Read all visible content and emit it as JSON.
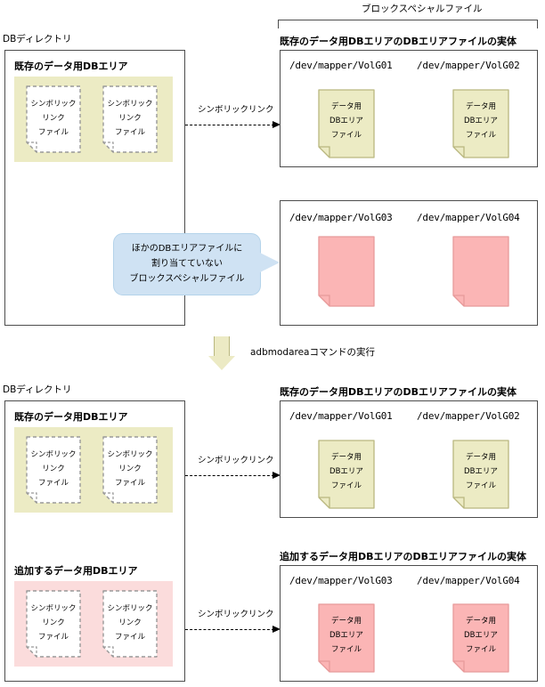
{
  "diagram": {
    "title_block_special": "ブロックスペシャルファイル",
    "command_step": "adbmodareaコマンドの実行",
    "colors": {
      "data_file_fill": "#ecebc4",
      "data_file_stroke": "#b9b77f",
      "new_file_fill": "#fbb5b5",
      "new_file_stroke": "#e79a9a",
      "area_existing": "#ecebc4",
      "area_added": "#fbdcdc",
      "balloon": "#cfe2f3",
      "box_border": "#4d4d4d",
      "symlink_border": "#999999"
    }
  },
  "before": {
    "db_directory_label": "DBディレクトリ",
    "existing_area_label": "既存のデータ用DBエリア",
    "symlinks": [
      {
        "line1": "シンボリック",
        "line2": "リンク",
        "line3": "ファイル"
      },
      {
        "line1": "シンボリック",
        "line2": "リンク",
        "line3": "ファイル"
      }
    ],
    "link_label": "シンボリックリンク",
    "entity_header": "既存のデータ用DBエリアのDBエリアファイルの実体",
    "devices": [
      {
        "path": "/dev/mapper/VolG01",
        "file": {
          "line1": "データ用",
          "line2": "DBエリア",
          "line3": "ファイル"
        }
      },
      {
        "path": "/dev/mapper/VolG02",
        "file": {
          "line1": "データ用",
          "line2": "DBエリア",
          "line3": "ファイル"
        }
      }
    ],
    "unassigned_devices": [
      {
        "path": "/dev/mapper/VolG03"
      },
      {
        "path": "/dev/mapper/VolG04"
      }
    ],
    "callout": {
      "line1": "ほかのDBエリアファイルに",
      "line2": "割り当てていない",
      "line3": "ブロックスペシャルファイル"
    }
  },
  "after": {
    "db_directory_label": "DBディレクトリ",
    "existing_area_label": "既存のデータ用DBエリア",
    "added_area_label": "追加するデータ用DBエリア",
    "existing_symlinks": [
      {
        "line1": "シンボリック",
        "line2": "リンク",
        "line3": "ファイル"
      },
      {
        "line1": "シンボリック",
        "line2": "リンク",
        "line3": "ファイル"
      }
    ],
    "added_symlinks": [
      {
        "line1": "シンボリック",
        "line2": "リンク",
        "line3": "ファイル"
      },
      {
        "line1": "シンボリック",
        "line2": "リンク",
        "line3": "ファイル"
      }
    ],
    "link_label_existing": "シンボリックリンク",
    "link_label_added": "シンボリックリンク",
    "entity_header_existing": "既存のデータ用DBエリアのDBエリアファイルの実体",
    "entity_header_added": "追加するデータ用DBエリアのDBエリアファイルの実体",
    "existing_devices": [
      {
        "path": "/dev/mapper/VolG01",
        "file": {
          "line1": "データ用",
          "line2": "DBエリア",
          "line3": "ファイル"
        }
      },
      {
        "path": "/dev/mapper/VolG02",
        "file": {
          "line1": "データ用",
          "line2": "DBエリア",
          "line3": "ファイル"
        }
      }
    ],
    "added_devices": [
      {
        "path": "/dev/mapper/VolG03",
        "file": {
          "line1": "データ用",
          "line2": "DBエリア",
          "line3": "ファイル"
        }
      },
      {
        "path": "/dev/mapper/VolG04",
        "file": {
          "line1": "データ用",
          "line2": "DBエリア",
          "line3": "ファイル"
        }
      }
    ]
  }
}
